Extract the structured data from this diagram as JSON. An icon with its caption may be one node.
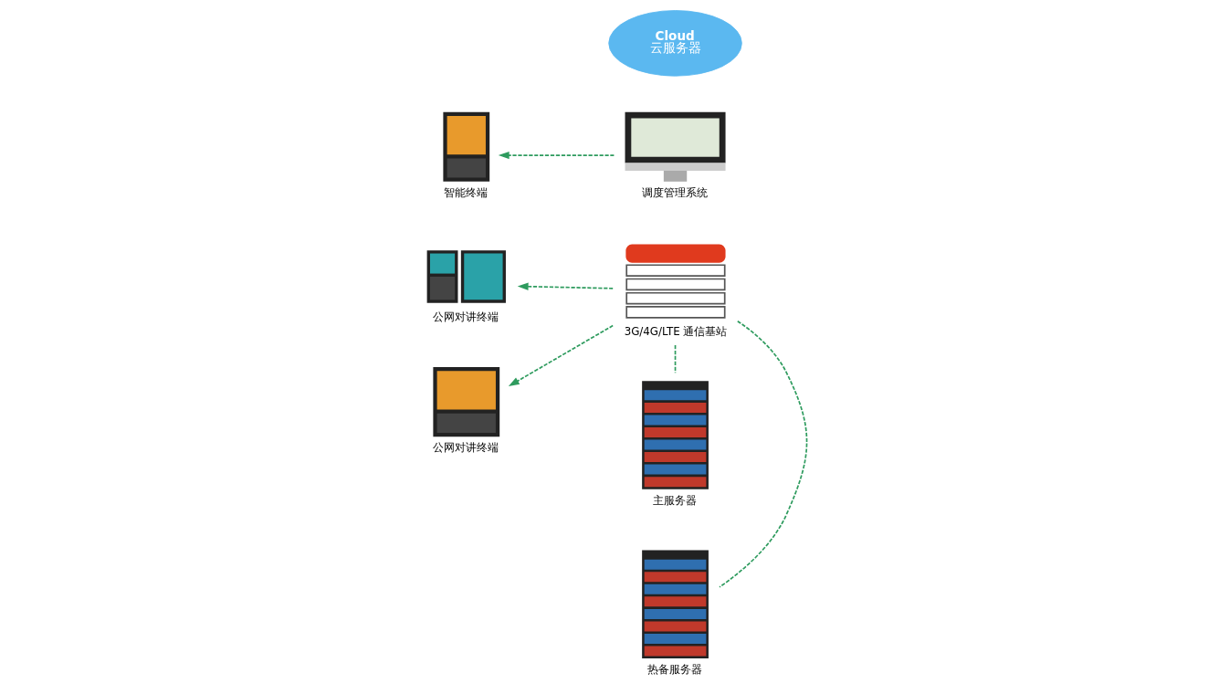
{
  "diagram": {
    "nodes": [
      {
        "text": [],
        "shape": "picture",
        "beside": [
          "公网对讲终端"
        ]
      },
      {
        "text": [],
        "shape": "picture",
        "beside": [
          "公网对讲终端"
        ]
      },
      {
        "text": [],
        "shape": "picture",
        "beside": [
          "智能终端"
        ]
      },
      {
        "text": [],
        "shape": "picture",
        "beside": [
          "3G/4G/LTE 通信基站"
        ]
      },
      {
        "text": [],
        "shape": "picture",
        "beside": [
          "调度管理系统"
        ]
      },
      {
        "text": [],
        "shape": "picture",
        "beside": [
          "主服务器"
        ]
      },
      {
        "text": [],
        "shape": "picture",
        "beside": [
          "热备服务器"
        ]
      },
      {
        "text": [
          "Cloud",
          "云服务器"
        ]
      }
    ],
    "edges": [
      {
        "from": 3,
        "to": 0,
        "arrow": "to",
        "style": "dashed"
      },
      {
        "from": 3,
        "to": 1,
        "arrow": "to",
        "style": "dashed"
      },
      {
        "from": 4,
        "to": 2,
        "arrow": "to",
        "style": "dashed"
      },
      {
        "from": 3,
        "to": 5,
        "arrow": "none",
        "style": "dashed"
      },
      {
        "from": 3,
        "to": 6,
        "arrow": "none",
        "style": "dashed"
      }
    ]
  }
}
